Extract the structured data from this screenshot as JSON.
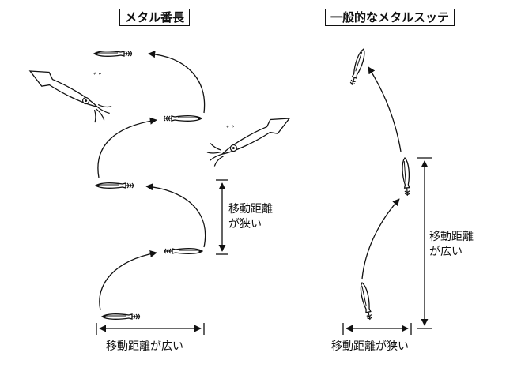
{
  "left_panel": {
    "title": "メタル番長",
    "side_label_line1": "移動距離",
    "side_label_line2": "が狭い",
    "bottom_label": "移動距離が広い",
    "squid_sound_1": "ﾞﾞ",
    "squid_sound_2": "ﾞﾞ"
  },
  "right_panel": {
    "title": "一般的なメタルスッテ",
    "side_label_line1": "移動距離",
    "side_label_line2": "が広い",
    "bottom_label": "移動距離が狭い"
  },
  "colors": {
    "ink": "#111111",
    "background": "#ffffff"
  },
  "icons": [
    "metal-jig-icon",
    "squid-icon",
    "arrow-icon"
  ]
}
